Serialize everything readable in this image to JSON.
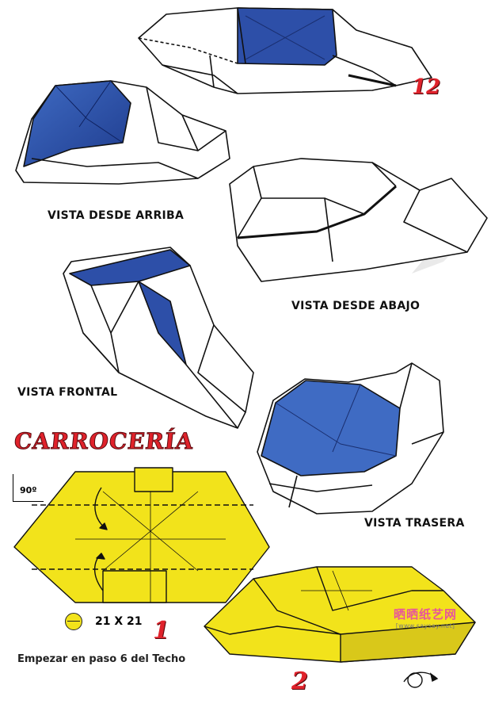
{
  "views": {
    "top": "VISTA DESDE ARRIBA",
    "bottom": "VISTA DESDE ABAJO",
    "front": "VISTA FRONTAL",
    "rear": "VISTA TRASERA"
  },
  "section_title": "CARROCERÍA",
  "steps": {
    "step12": "12",
    "step1": "1",
    "step2": "2"
  },
  "angle_label": "90º",
  "paper_size": "21 X 21",
  "instruction": "Empezar en paso 6 del Techo",
  "watermark": {
    "title": "晒晒纸艺网",
    "url": "[www.saysay.net]"
  },
  "colors": {
    "roof_blue": "#2d4fa8",
    "roof_blue_light": "#3f6bc3",
    "paper_yellow": "#f2e31b",
    "title_red": "#e0222b",
    "watermark_pink": "#e8559a"
  }
}
